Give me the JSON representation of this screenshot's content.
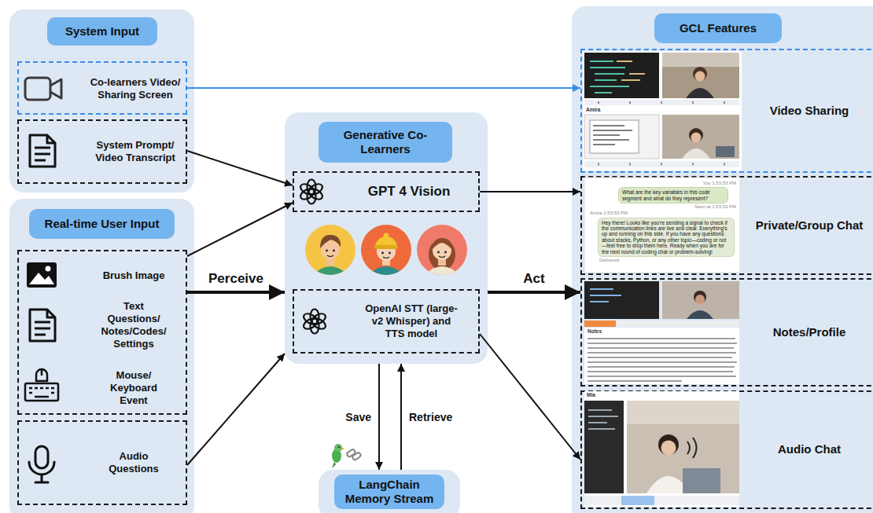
{
  "diagram": {
    "nodes": [
      {
        "text": [
          "System Input"
        ]
      },
      {
        "text": [
          "Co-learners Video/ Sharing Screen"
        ],
        "in": 0
      },
      {
        "text": [
          "System Prompt/ Video Transcript"
        ],
        "in": 0
      },
      {
        "text": [
          "Real-time User Input"
        ]
      },
      {
        "text": [
          "Brush Image",
          "Text Questions/ Notes/Codes/ Settings",
          "Mouse/ Keyboard Event"
        ],
        "in": 3
      },
      {
        "text": [
          "Audio Questions"
        ],
        "in": 3
      },
      {
        "text": [
          "Generative Co-Learners"
        ]
      },
      {
        "text": [
          "GPT 4 Vision"
        ],
        "in": 6
      },
      {
        "text": [
          "OpenAI STT (large-v2 Whisper) and TTS model"
        ],
        "in": 6
      },
      {
        "text": [
          "LangChain Memory Stream"
        ]
      },
      {
        "text": [
          "GCL Features"
        ]
      },
      {
        "text": [
          "Video Sharing"
        ],
        "in": 10
      },
      {
        "text": [
          "Private/Group Chat"
        ],
        "in": 10
      },
      {
        "text": [
          "Notes/Profile"
        ],
        "in": 10
      },
      {
        "text": [
          "Audio Chat"
        ],
        "in": 10
      }
    ],
    "edges": [
      {
        "from": 1,
        "to": 11,
        "arrow": "to"
      },
      {
        "from": 2,
        "to": 7,
        "arrow": "to"
      },
      {
        "from": 4,
        "to": 7,
        "arrow": "to"
      },
      {
        "from": 4,
        "to": 6,
        "label": "Perceive",
        "arrow": "to"
      },
      {
        "from": 5,
        "to": 6,
        "arrow": "to"
      },
      {
        "from": 7,
        "to": 12,
        "arrow": "to"
      },
      {
        "from": 6,
        "to": 13,
        "label": "Act",
        "arrow": "to"
      },
      {
        "from": 8,
        "to": 14,
        "arrow": "to"
      },
      {
        "from": 6,
        "to": 9,
        "label": "Save",
        "arrow": "to"
      },
      {
        "from": 9,
        "to": 6,
        "label": "Retrieve",
        "arrow": "to"
      }
    ],
    "labels": [
      "Amira",
      "You 1:53:53 PM",
      "What are the key variables in this code segment and what do they represent?",
      "Seen at 1:53:53 PM",
      "Amira 1:53:53 PM",
      "Hey there! Looks like you're sending a signal to check if the communication lines are live and clear. Everything's up and running on this side. If you have any questions about stacks, Python, or any other topic—coding or not—feel free to drop them here. Ready when you are for the next round of coding chat or problem-solving!",
      "Delivered",
      "Notes",
      "Mia"
    ]
  }
}
